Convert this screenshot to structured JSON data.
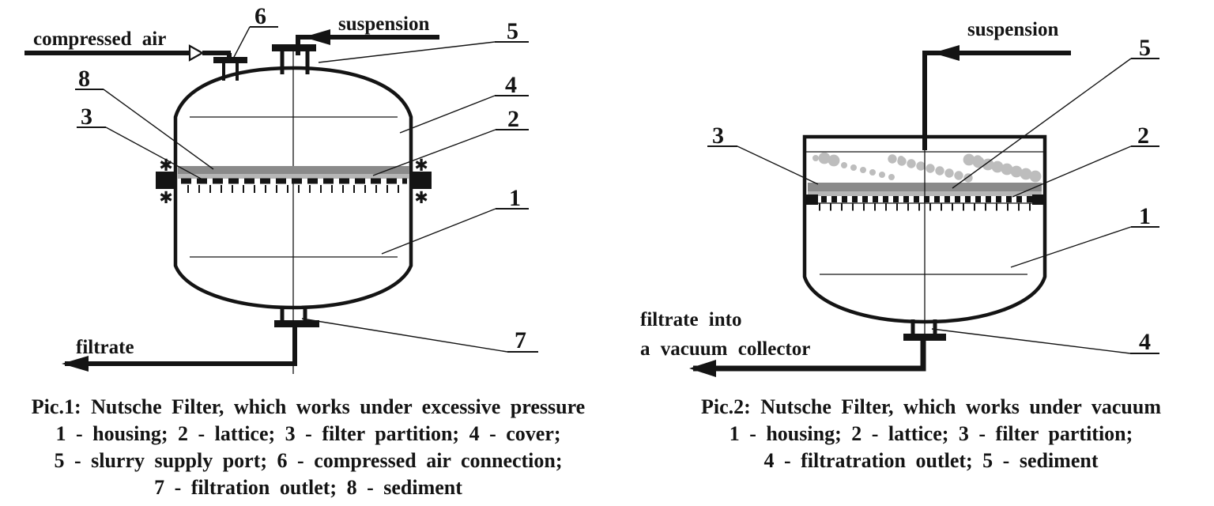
{
  "page": {
    "background": "#ffffff",
    "ink": "#141414",
    "sediment_dark": "#8a8a8a",
    "sediment_light": "#b6b6b6",
    "particle_color": "#bdbdbd"
  },
  "fig1": {
    "flow_labels": {
      "air_inlet": "compressed air",
      "suspension_inlet": "suspension",
      "filtrate_outlet": "filtrate"
    },
    "callouts": {
      "n1": "1",
      "n2": "2",
      "n3": "3",
      "n4": "4",
      "n5": "5",
      "n6": "6",
      "n7": "7",
      "n8": "8"
    },
    "flange_marker": "✱",
    "caption": {
      "title": "Pic.1: Nutsche Filter, which works under excessive pressure",
      "legend": [
        "1 - housing; 2 - lattice; 3 - filter partition; 4 - cover;",
        "5 - slurry supply port; 6 - compressed air connection;",
        "7 - filtration outlet; 8 - sediment"
      ]
    }
  },
  "fig2": {
    "flow_labels": {
      "suspension_inlet": "suspension",
      "filtrate_line1": "filtrate into",
      "filtrate_line2": "a vacuum collector"
    },
    "callouts": {
      "n1": "1",
      "n2": "2",
      "n3": "3",
      "n4": "4",
      "n5": "5"
    },
    "caption": {
      "title": "Pic.2: Nutsche Filter, which works under vacuum",
      "legend": [
        "1 - housing; 2 - lattice; 3 - filter partition;",
        "4 - filtratration outlet; 5 - sediment"
      ]
    }
  }
}
